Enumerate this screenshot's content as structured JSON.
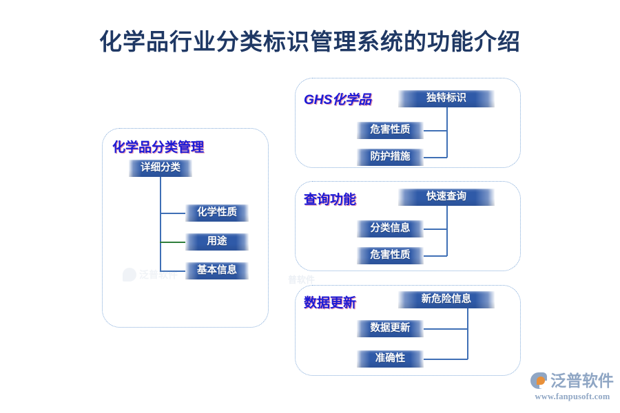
{
  "page": {
    "title": "化学品行业分类标识管理系统的功能介绍",
    "background_color": "#ffffff",
    "title_color": "#1f3864",
    "node_color": "#2f5aa8",
    "panel_border_color": "#7fa8d8",
    "panel_title_color": "#1a1ad6",
    "connector_color": "#3f6fb5",
    "connector_accent_color": "#2e7d3a"
  },
  "panels": [
    {
      "id": "classification",
      "title": "化学品分类管理",
      "root": {
        "label": "详细分类"
      },
      "children": [
        {
          "label": "化学性质"
        },
        {
          "label": "用途"
        },
        {
          "label": "基本信息"
        }
      ]
    },
    {
      "id": "ghs",
      "title": "GHS化学品",
      "root": {
        "label": "独特标识"
      },
      "children": [
        {
          "label": "危害性质"
        },
        {
          "label": "防护措施"
        }
      ]
    },
    {
      "id": "query",
      "title": "查询功能",
      "root": {
        "label": "快速查询"
      },
      "children": [
        {
          "label": "分类信息"
        },
        {
          "label": "危害性质"
        }
      ]
    },
    {
      "id": "update",
      "title": "数据更新",
      "root": {
        "label": "新危险信息"
      },
      "children": [
        {
          "label": "数据更新"
        },
        {
          "label": "准确性"
        }
      ]
    }
  ],
  "watermarks": {
    "center": "泛普软件",
    "middle": "普软件"
  },
  "logo": {
    "name": "泛普软件",
    "url": "www.fanpusoft.com",
    "mark_color": "#8fa6c4",
    "accent_color": "#e8903a"
  }
}
